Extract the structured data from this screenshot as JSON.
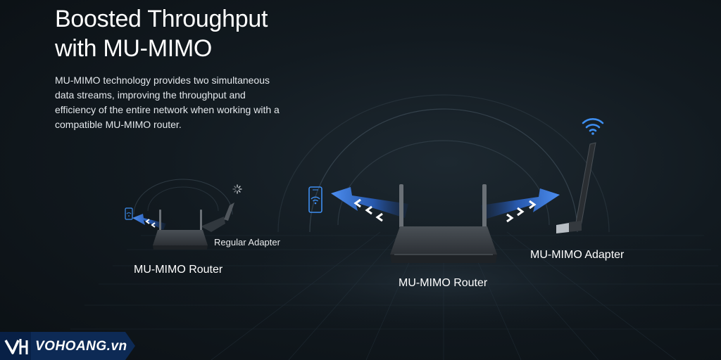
{
  "headline": {
    "line1": "Boosted Throughput",
    "line2": "with MU-MIMO"
  },
  "description": {
    "line1": "MU-MIMO technology provides two simultaneous",
    "line2": "data streams, improving the throughput and",
    "line3": "efficiency of the entire network when working with a",
    "line4": "compatible MU-MIMO router."
  },
  "labels": {
    "left_router": "MU-MIMO Router",
    "regular_adapter": "Regular Adapter",
    "center_router": "MU-MIMO Router",
    "mumimo_adapter": "MU-MIMO Adapter"
  },
  "watermark": {
    "text": "VOHOANG.vn"
  },
  "colors": {
    "background": "#121a20",
    "arrow_blue": "#3d7fe0",
    "router_body": "#3b4045",
    "wifi_icon": "#3e8ef0"
  },
  "icons": [
    "phone-wifi-icon",
    "loading-spinner-icon",
    "wifi-signal-icon",
    "usb-adapter-icon",
    "router-icon"
  ]
}
